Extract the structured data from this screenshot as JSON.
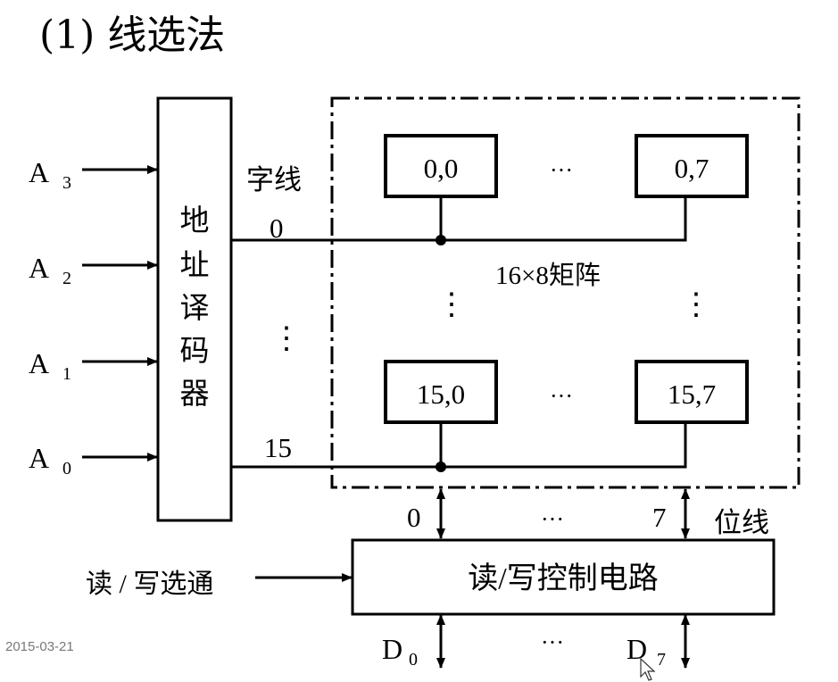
{
  "title": "(1) 线选法",
  "date": "2015-03-21",
  "address_inputs": [
    {
      "letter": "A",
      "sub": "3"
    },
    {
      "letter": "A",
      "sub": "2"
    },
    {
      "letter": "A",
      "sub": "1"
    },
    {
      "letter": "A",
      "sub": "0"
    }
  ],
  "decoder": {
    "chars": [
      "地",
      "址",
      "译",
      "码",
      "器"
    ]
  },
  "word_line": {
    "label": "字线",
    "first": "0",
    "last": "15",
    "ellipsis": "⋮"
  },
  "matrix": {
    "label": "16×8矩阵",
    "cells": {
      "top_left": "0,0",
      "top_right": "0,7",
      "bottom_left": "15,0",
      "bottom_right": "15,7"
    },
    "h_ellipsis": "···",
    "v_ellipsis": "⋮"
  },
  "bit_line": {
    "label": "位线",
    "first": "0",
    "last": "7",
    "ellipsis": "···"
  },
  "rw_select": {
    "label": "读 / 写选通"
  },
  "rw_control": {
    "label": "读/写控制电路"
  },
  "data_outputs": {
    "first": {
      "letter": "D",
      "sub": "0"
    },
    "last": {
      "letter": "D",
      "sub": "7"
    },
    "ellipsis": "···"
  }
}
